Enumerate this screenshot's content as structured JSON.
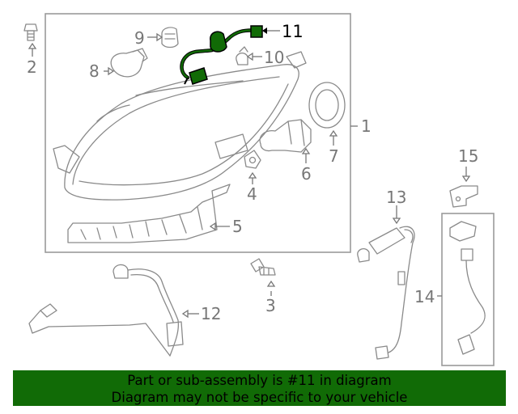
{
  "diagram": {
    "callouts": [
      "1",
      "2",
      "3",
      "4",
      "5",
      "6",
      "7",
      "8",
      "9",
      "10",
      "11",
      "12",
      "13",
      "14",
      "15"
    ],
    "highlighted_callout": "11",
    "highlight_color": "#116b06",
    "part_color": "#8a8a8a"
  },
  "banner": {
    "line1": "Part or sub-assembly is #11 in diagram",
    "line2": "Diagram may not be specific to your vehicle",
    "background": "#116b06"
  }
}
